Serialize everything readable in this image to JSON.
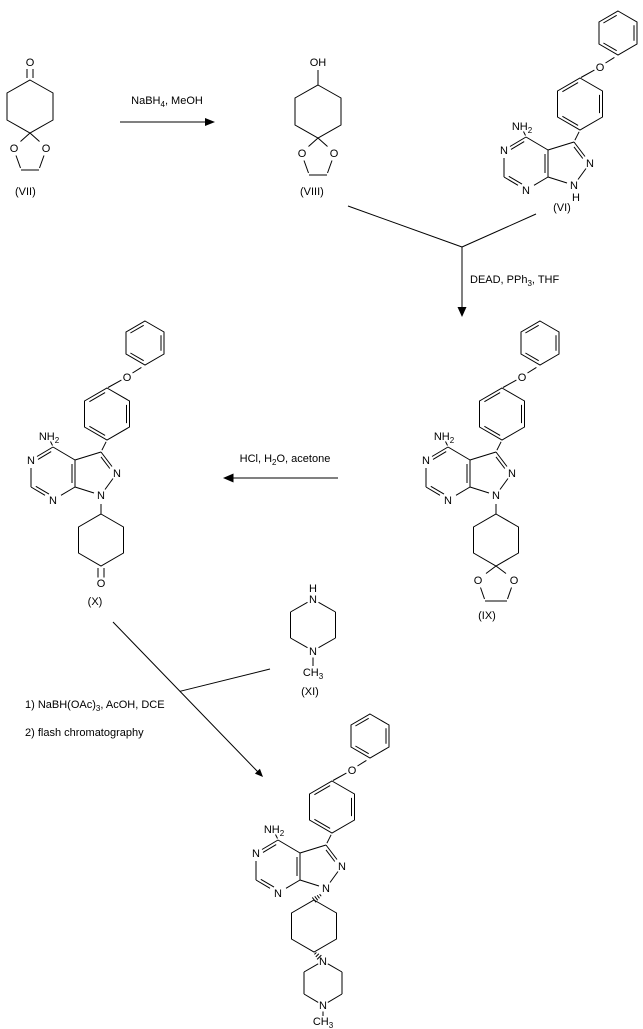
{
  "scheme": {
    "compounds": {
      "vii": {
        "label": "(VII)"
      },
      "viii": {
        "label": "(VIII)"
      },
      "vi": {
        "label": "(VI)"
      },
      "ix": {
        "label": "(IX)"
      },
      "x": {
        "label": "(X)"
      },
      "xi": {
        "label": "(XI)"
      }
    },
    "reactions": {
      "step1": {
        "main": "NaBH",
        "sub": "4",
        "rest": ", MeOH"
      },
      "step2": {
        "main": "DEAD, PPh",
        "sub": "3",
        "rest": ", THF"
      },
      "step3": {
        "main": "HCl, H",
        "sub": "2",
        "rest": "O, acetone"
      },
      "step4": {
        "line1_main": "1) NaBH(OAc)",
        "line1_sub": "3",
        "line1_rest": ", AcOH, DCE",
        "line2": "2) flash chromatography"
      }
    },
    "atoms": {
      "O": "O",
      "OH": "OH",
      "N": "N",
      "H": "H",
      "NH": "NH",
      "CH": "CH",
      "sub2": "2",
      "sub3": "3"
    },
    "colors": {
      "line": "#000000",
      "background": "#ffffff"
    }
  }
}
